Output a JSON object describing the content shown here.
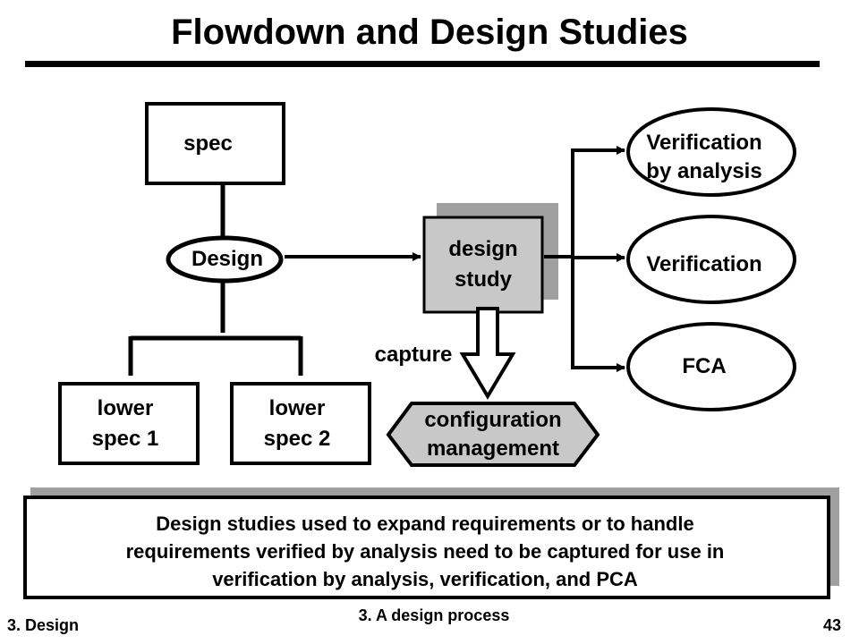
{
  "title": "Flowdown and Design Studies",
  "nodes": {
    "spec": "spec",
    "design": "Design",
    "lower_spec_1": [
      "lower",
      "spec 1"
    ],
    "lower_spec_2": [
      "lower",
      "spec 2"
    ],
    "design_study": [
      "design",
      "study"
    ],
    "configuration_management": [
      "configuration",
      "management"
    ],
    "verification_by_analysis": [
      "Verification",
      "by analysis"
    ],
    "verification": "Verification",
    "fca": "FCA"
  },
  "capture_label": "capture",
  "note_lines": [
    "Design studies used to expand requirements or to handle",
    "requirements verified by analysis need to be captured for use in",
    "verification by analysis, verification, and PCA"
  ],
  "footer": {
    "section": "3. Design",
    "subtitle": "3. A design process",
    "page": "43"
  },
  "colors": {
    "ink": "#000000",
    "shadow": "#a0a0a0",
    "fill_gray": "#c8c8c8"
  }
}
